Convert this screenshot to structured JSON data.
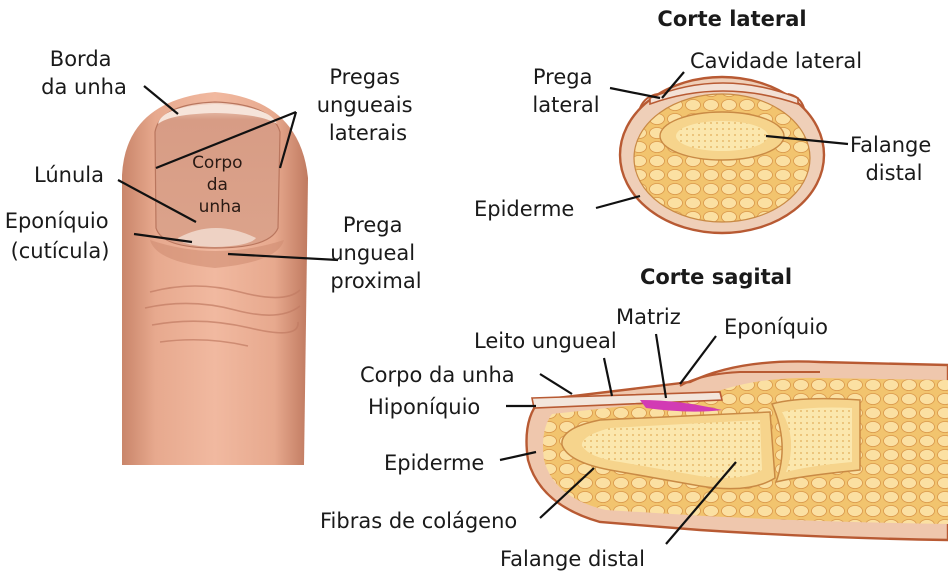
{
  "finger_view": {
    "borda_da_unha": [
      "Borda",
      "da unha"
    ],
    "pregas_laterais": [
      "Pregas",
      "ungueais",
      "laterais"
    ],
    "corpo_da_unha": [
      "Corpo",
      "da",
      "unha"
    ],
    "lunula": "Lúnula",
    "eponiquio": [
      "Eponíquio",
      "(cutícula)"
    ],
    "prega_proximal": [
      "Prega",
      "ungueal",
      "proximal"
    ]
  },
  "lateral_section": {
    "title": "Corte lateral",
    "cavidade_lateral": "Cavidade lateral",
    "prega_lateral": [
      "Prega",
      "lateral"
    ],
    "falange_distal": [
      "Falange",
      "distal"
    ],
    "epiderme": "Epiderme"
  },
  "sagittal_section": {
    "title": "Corte sagital",
    "matriz": "Matriz",
    "leito_ungueal": "Leito ungueal",
    "eponiquio": "Eponíquio",
    "corpo_da_unha": "Corpo da unha",
    "hiponiquio": "Hiponíquio",
    "epiderme": "Epiderme",
    "fibras_colageno": "Fibras de colágeno",
    "falange_distal": "Falange distal"
  },
  "colors": {
    "skin": "#e9a98c",
    "skin_dark": "#c98066",
    "nail": "#e6b8a4",
    "fat": "#f3c774",
    "fat_light": "#fbe3a6",
    "outline": "#b8552e",
    "matrix": "#d23bb4"
  }
}
